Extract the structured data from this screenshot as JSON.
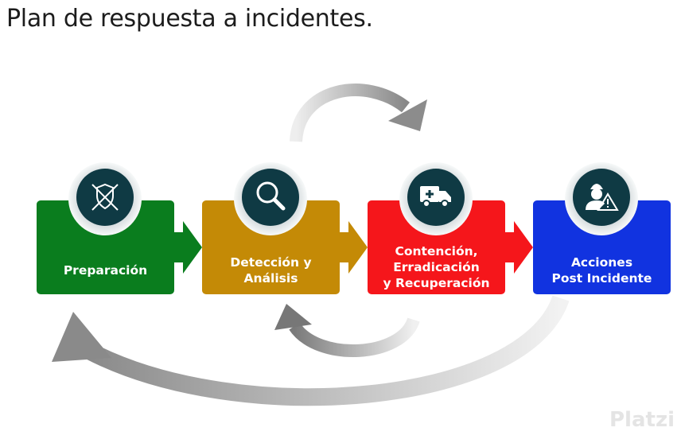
{
  "title": "Plan de respuesta a incidentes.",
  "steps": [
    {
      "label_lines": [
        "Preparación"
      ],
      "color": "#0a7d1e",
      "icon": "shield-swords-icon"
    },
    {
      "label_lines": [
        "Detección y",
        "Análisis"
      ],
      "color": "#c48a06",
      "icon": "magnifier-icon"
    },
    {
      "label_lines": [
        "Contención,",
        "Erradicación",
        "y Recuperación"
      ],
      "color": "#f5161b",
      "icon": "ambulance-icon"
    },
    {
      "label_lines": [
        "Acciones",
        "Post Incidente"
      ],
      "color": "#1133e0",
      "icon": "worker-warning-icon"
    }
  ],
  "watermark": "Platzi"
}
